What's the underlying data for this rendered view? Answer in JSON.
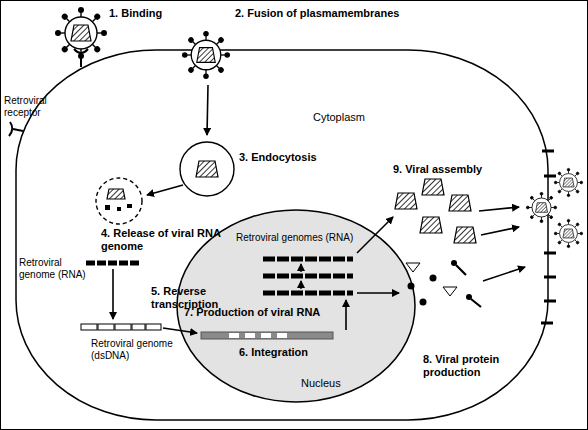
{
  "diagram": {
    "nodes": [
      {
        "text": [
          "Cytoplasm",
          "3. Endocytosis",
          "4. Release of viral RNA genome",
          "Retroviral genome (RNA)",
          "9. Viral assembly",
          "5. Reverse transcription",
          "Retroviral genome (dsDNA)",
          "8. Viral protein production"
        ]
      },
      {
        "text": [
          "Retroviral genomes (RNA)",
          "7. Production of viral RNA",
          "6. Integration",
          "Nucleus"
        ],
        "in": 0
      }
    ],
    "labels": [
      "1. Binding",
      "2. Fusion of plasmamembranes",
      "Retroviral receptor"
    ]
  }
}
